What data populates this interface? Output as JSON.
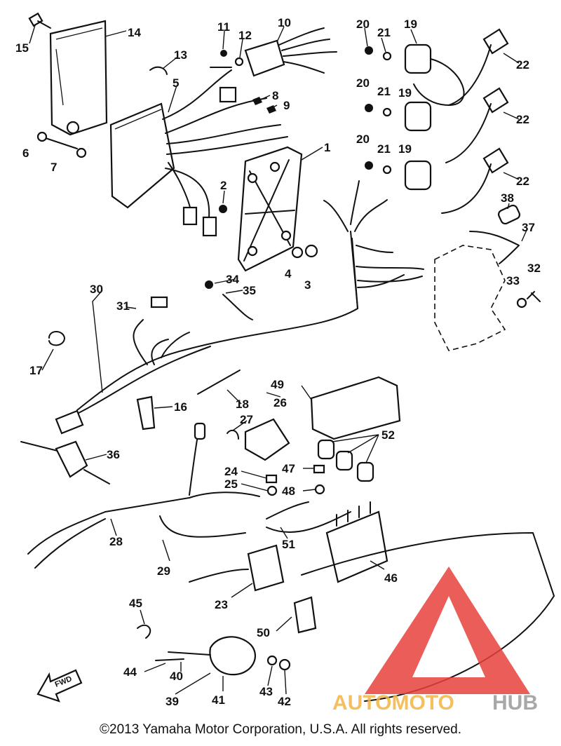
{
  "diagram": {
    "callouts": [
      "1",
      "2",
      "3",
      "4",
      "5",
      "6",
      "7",
      "8",
      "9",
      "10",
      "11",
      "12",
      "13",
      "14",
      "15",
      "16",
      "17",
      "18",
      "19",
      "20",
      "21",
      "22",
      "23",
      "24",
      "25",
      "26",
      "27",
      "28",
      "29",
      "30",
      "31",
      "32",
      "33",
      "34",
      "35",
      "36",
      "37",
      "38",
      "39",
      "40",
      "41",
      "42",
      "43",
      "44",
      "45",
      "46",
      "47",
      "48",
      "49",
      "50",
      "51",
      "52"
    ],
    "fwd_label": "FWD"
  },
  "watermark": {
    "brand_left": "AUTOMOTO",
    "brand_right": "HUB",
    "colors": {
      "triangle": "#e8413c",
      "left": "#f2b544",
      "right": "#9a9a9a"
    }
  },
  "footer": {
    "copyright": "©2013 Yamaha Motor Corporation, U.S.A. All rights reserved."
  }
}
